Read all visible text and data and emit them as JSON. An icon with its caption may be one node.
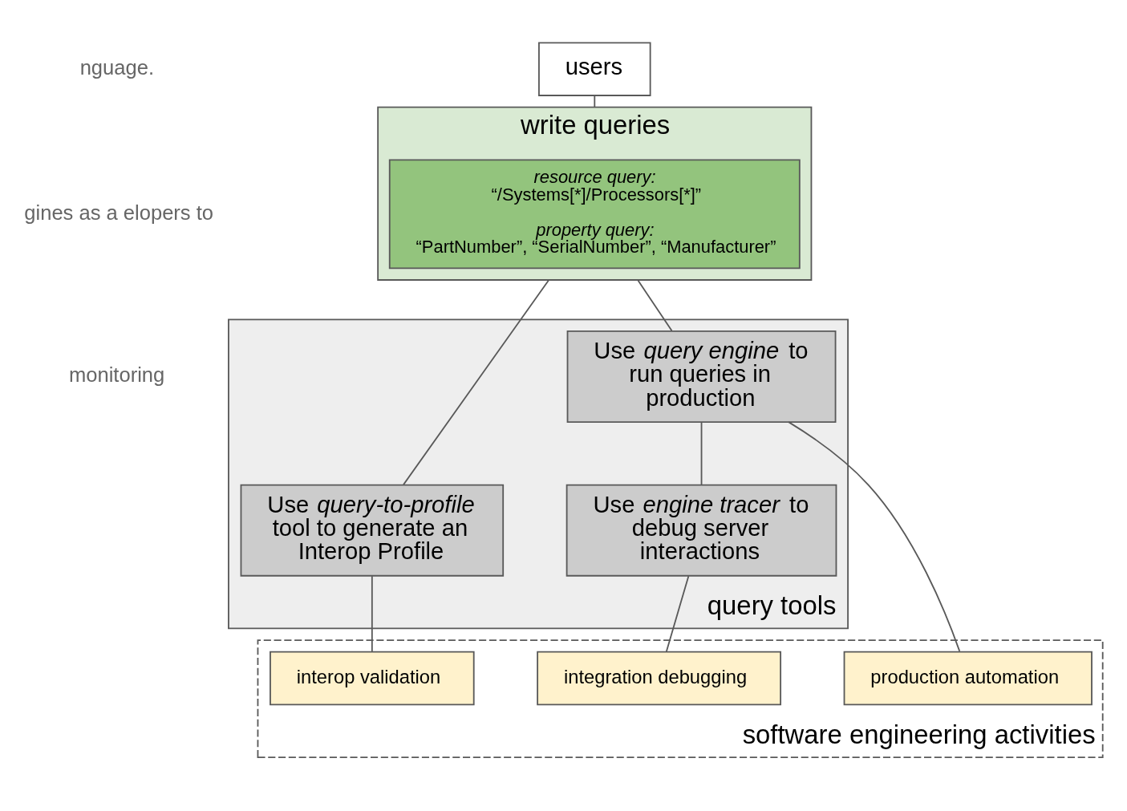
{
  "diagram": {
    "nodes": [
      {
        "text": [
          "users"
        ]
      },
      {
        "text": [
          "write queries"
        ]
      },
      {
        "text": [
          "resource query:",
          "“/Systems[*]/Processors[*]”",
          "property query:",
          "“PartNumber”, “SerialNumber”, “Manufacturer”"
        ],
        "in": 1
      },
      {
        "text": [
          "query tools"
        ]
      },
      {
        "text": [
          "Use *query engine* to run queries in production"
        ],
        "in": 3
      },
      {
        "text": [
          "Use *query-to-profile* tool to generate an Interop Profile"
        ],
        "in": 3
      },
      {
        "text": [
          "Use *engine tracer* to debug server interactions"
        ],
        "in": 3
      },
      {
        "text": [
          "software engineering activities"
        ]
      },
      {
        "text": [
          "production automation"
        ],
        "in": 7
      },
      {
        "text": [
          "integration debugging"
        ],
        "in": 7
      },
      {
        "text": [
          "interop validation"
        ],
        "in": 7
      }
    ],
    "edges": [
      {
        "from": 0,
        "to": 1,
        "arrow": "none"
      },
      {
        "from": 1,
        "to": 4,
        "arrow": "none"
      },
      {
        "from": 1,
        "to": 5,
        "arrow": "none"
      },
      {
        "from": 4,
        "to": 6,
        "arrow": "none"
      },
      {
        "from": 4,
        "to": 8,
        "arrow": "none"
      },
      {
        "from": 6,
        "to": 9,
        "arrow": "none"
      },
      {
        "from": 5,
        "to": 10,
        "arrow": "none"
      }
    ],
    "labels": [
      "nguage.",
      "gines as a elopers to",
      "monitoring"
    ]
  }
}
